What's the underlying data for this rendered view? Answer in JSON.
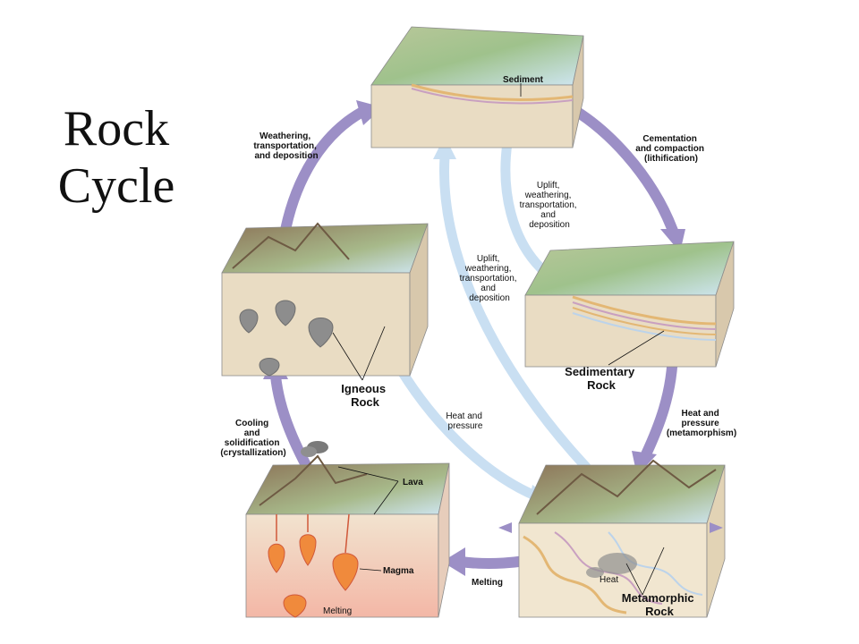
{
  "title": {
    "line1": "Rock",
    "line2": "Cycle"
  },
  "colors": {
    "main_arrow": "#9c8fc6",
    "shortcut_arrow": "#c9dff2",
    "soil": "#e9dcc3",
    "water": "#cfe6f2",
    "magma": "#f08a3c"
  },
  "stages": {
    "sediment": "Sediment",
    "sedimentary": [
      "Sedimentary",
      "Rock"
    ],
    "metamorphic": [
      "Metamorphic",
      "Rock"
    ],
    "igneous": [
      "Igneous",
      "Rock"
    ],
    "lava": "Lava",
    "magma": "Magma",
    "heat": "Heat",
    "melting_base": "Melting"
  },
  "processes": {
    "weathering": [
      "Weathering,",
      "transportation,",
      "and deposition"
    ],
    "cementation": [
      "Cementation",
      "and compaction",
      "(lithification)"
    ],
    "uplift_right": [
      "Uplift,",
      "weathering,",
      "transportation,",
      "and",
      "deposition"
    ],
    "uplift_center": [
      "Uplift,",
      "weathering,",
      "transportation,",
      "and",
      "deposition"
    ],
    "heat_pressure_center": [
      "Heat and",
      "pressure"
    ],
    "heat_pressure_right": [
      "Heat and",
      "pressure",
      "(metamorphism)"
    ],
    "cooling": [
      "Cooling",
      "and",
      "solidification",
      "(crystallization)"
    ],
    "melting": "Melting"
  }
}
